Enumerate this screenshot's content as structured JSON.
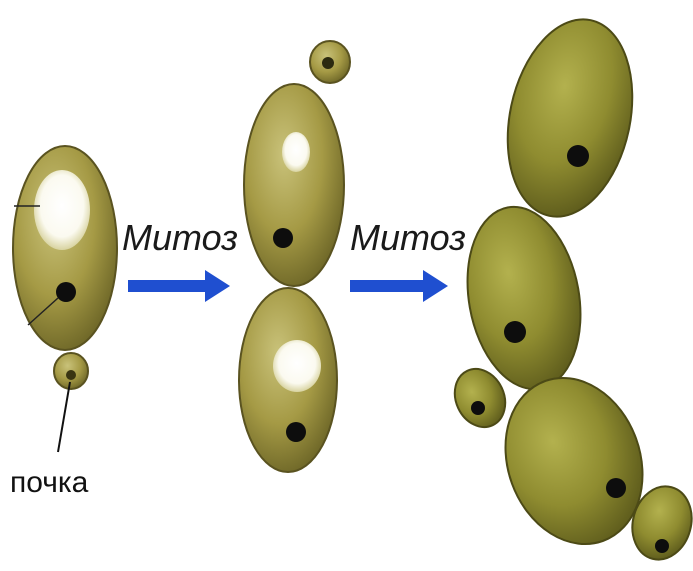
{
  "labels": {
    "mitosis_1": "Митоз",
    "mitosis_2": "Митоз",
    "bud": "почка"
  },
  "colors": {
    "cell_fill": "#9a8f3c",
    "cell_edge": "#5a5320",
    "nucleus": "#0d0d0d",
    "vacuole": "#ffffff",
    "arrow": "#1f4fd0"
  }
}
